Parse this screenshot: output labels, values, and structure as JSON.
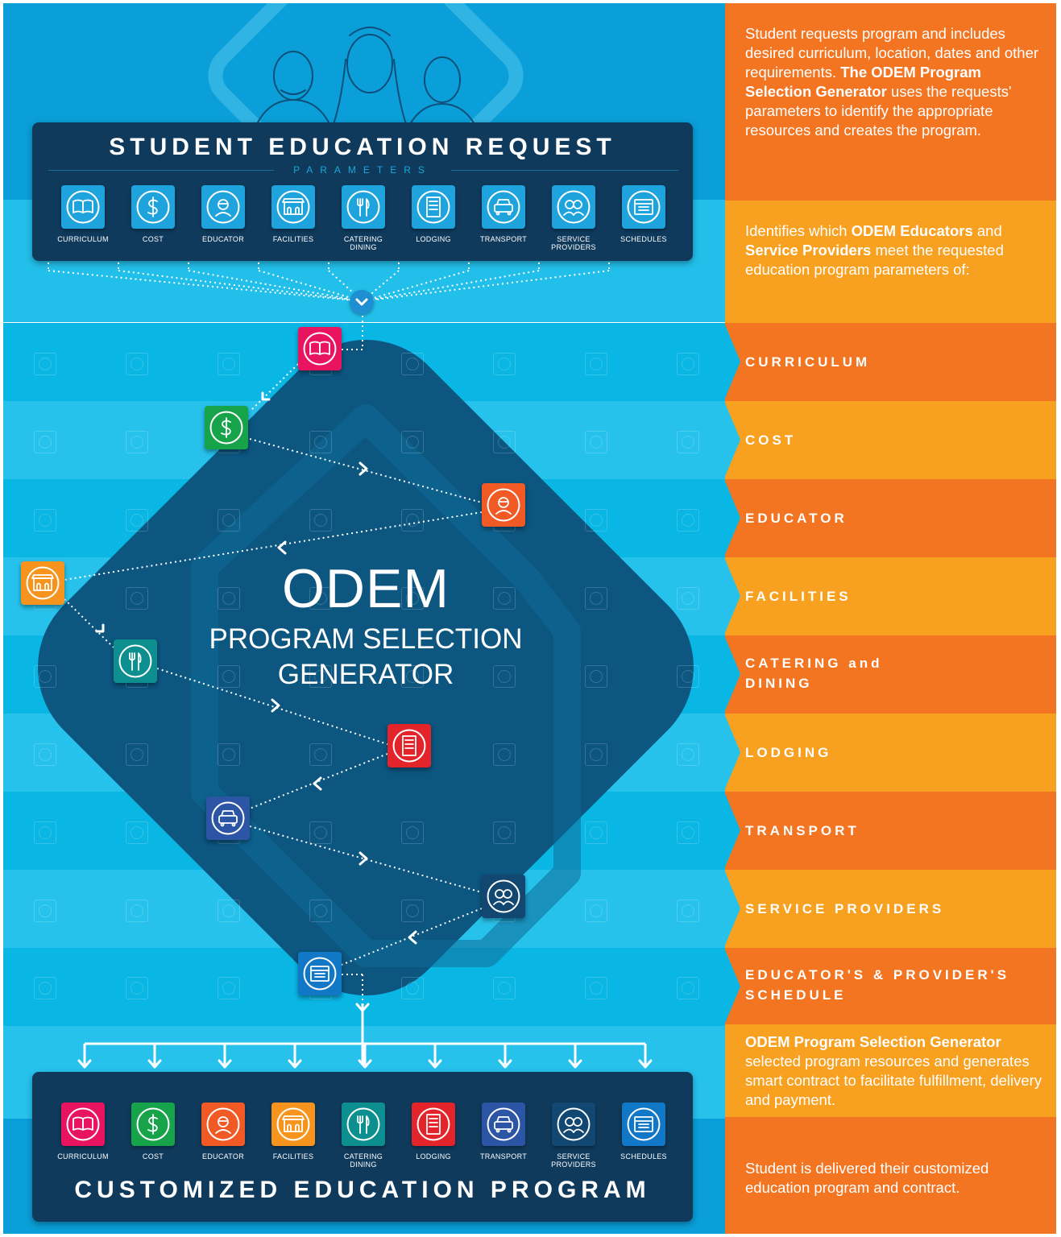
{
  "request": {
    "title": "STUDENT EDUCATION REQUEST",
    "subtitle": "PARAMETERS"
  },
  "params": [
    {
      "label": "CURRICULUM",
      "icon": "book-icon",
      "color": "#1ea3dc"
    },
    {
      "label": "COST",
      "icon": "dollar-icon",
      "color": "#1ea3dc"
    },
    {
      "label": "EDUCATOR",
      "icon": "educator-icon",
      "color": "#1ea3dc"
    },
    {
      "label": "FACILITIES",
      "icon": "building-icon",
      "color": "#1ea3dc"
    },
    {
      "label": "CATERING DINING",
      "icon": "fork-knife-icon",
      "color": "#1ea3dc"
    },
    {
      "label": "LODGING",
      "icon": "hotel-icon",
      "color": "#1ea3dc"
    },
    {
      "label": "TRANSPORT",
      "icon": "car-icon",
      "color": "#1ea3dc"
    },
    {
      "label": "SERVICE PROVIDERS",
      "icon": "people-icon",
      "color": "#1ea3dc"
    },
    {
      "label": "SCHEDULES",
      "icon": "calendar-icon",
      "color": "#1ea3dc"
    }
  ],
  "generator": {
    "title": "ODEM",
    "subtitle_line1": "PROGRAM SELECTION",
    "subtitle_line2": "GENERATOR"
  },
  "steps": [
    {
      "icon": "book-icon",
      "color": "#e8145f"
    },
    {
      "icon": "dollar-icon",
      "color": "#17a34a"
    },
    {
      "icon": "educator-icon",
      "color": "#f15a24"
    },
    {
      "icon": "building-icon",
      "color": "#f7941d"
    },
    {
      "icon": "fork-knife-icon",
      "color": "#0e8f8f"
    },
    {
      "icon": "hotel-icon",
      "color": "#e3242b"
    },
    {
      "icon": "car-icon",
      "color": "#2d55a5"
    },
    {
      "icon": "people-icon",
      "color": "#114770"
    },
    {
      "icon": "calendar-icon",
      "color": "#1177c7"
    }
  ],
  "output": {
    "title": "CUSTOMIZED EDUCATION PROGRAM",
    "items": [
      {
        "label": "CURRICULUM",
        "icon": "book-icon",
        "color": "#e8145f"
      },
      {
        "label": "COST",
        "icon": "dollar-icon",
        "color": "#17a34a"
      },
      {
        "label": "EDUCATOR",
        "icon": "educator-icon",
        "color": "#f15a24"
      },
      {
        "label": "FACILITIES",
        "icon": "building-icon",
        "color": "#f7941d"
      },
      {
        "label": "CATERING DINING",
        "icon": "fork-knife-icon",
        "color": "#0e8f8f"
      },
      {
        "label": "LODGING",
        "icon": "hotel-icon",
        "color": "#e3242b"
      },
      {
        "label": "TRANSPORT",
        "icon": "car-icon",
        "color": "#2d55a5"
      },
      {
        "label": "SERVICE PROVIDERS",
        "icon": "people-icon",
        "color": "#114770"
      },
      {
        "label": "SCHEDULES",
        "icon": "calendar-icon",
        "color": "#1177c7"
      }
    ]
  },
  "sidebar": {
    "intro_a": "Student requests program and includes desired curriculum, location, dates and other requirements. ",
    "intro_b": "The ODEM Program Selection Generator",
    "intro_c": " uses the requests' parameters to identify the appropriate resources and creates the program.",
    "identify_a": "Identifies which ",
    "identify_b": "ODEM Educators",
    "identify_c": " and ",
    "identify_d": "Service Providers",
    "identify_e": " meet the requested education program parameters of:",
    "rows": [
      {
        "label": "CURRICULUM"
      },
      {
        "label": "COST"
      },
      {
        "label": "EDUCATOR"
      },
      {
        "label": "FACILITIES"
      },
      {
        "label": "CATERING and DINING"
      },
      {
        "label": "LODGING"
      },
      {
        "label": "TRANSPORT"
      },
      {
        "label": "SERVICE PROVIDERS"
      },
      {
        "label": "EDUCATOR'S & PROVIDER'S SCHEDULE"
      }
    ],
    "select_a": "ODEM Program Selection Generator",
    "select_b": " selected program resources and generates smart contract to facilitate fulfillment, delivery and payment.",
    "delivered": "Student is delivered their customized education program and contract."
  },
  "colors": {
    "dark_navy": "#0f3a5c",
    "diamond": "#0c4f7a",
    "band_dark": "#0ab6e4",
    "band_light": "#29c3ec",
    "orange_dark": "#f37521",
    "orange_light": "#f8a01f"
  }
}
